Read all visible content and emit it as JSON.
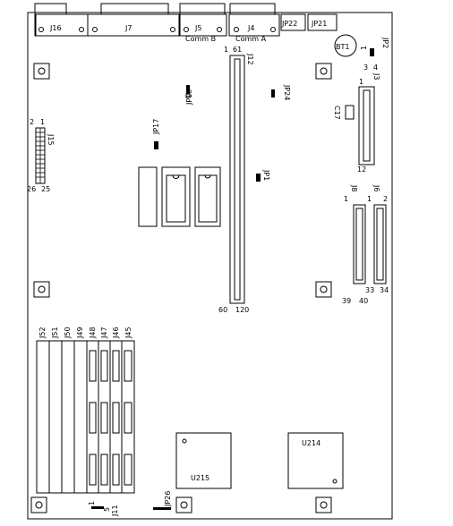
{
  "connectors": {
    "j16": "J16",
    "j7": "J7",
    "j5": "J5",
    "j4": "J4",
    "jp22": "JP22",
    "jp21": "JP21",
    "comm_b": "Comm B",
    "comm_a": "Comm A"
  },
  "labels": {
    "bt1": "BT1",
    "jp2": "JP2",
    "jp2_pin1": "1",
    "jp2_pin3": "3",
    "jp2_pin4": "4",
    "j3": "J3",
    "j3_pin1": "1",
    "j3_pin12": "12",
    "c17": "C17",
    "j12": "J12",
    "j12_pin1": "1",
    "j12_pin61": "61",
    "j12_pin60": "60",
    "j12_pin120": "120",
    "jp10": "JP10",
    "jp24": "JP24",
    "jp17": "JP17",
    "jp1": "JP1",
    "j15": "J15",
    "j15_pin2": "2",
    "j15_pin1": "1",
    "j15_pin26": "26",
    "j15_pin25": "25",
    "j8": "J8",
    "j8_pin1": "1",
    "j8_pin39": "39",
    "j8_pin40": "40",
    "j6": "J6",
    "j6_pin1": "1",
    "j6_pin2": "2",
    "j6_pin33": "33",
    "j6_pin34": "34",
    "j52": "J52",
    "j51": "J51",
    "j50": "J50",
    "j49": "J49",
    "j48": "J48",
    "j47": "J47",
    "j46": "J46",
    "j45": "J45",
    "u215": "U215",
    "u214": "U214",
    "j11": "J11",
    "j11_pin1": "1",
    "j11_pin5": "5",
    "jp26": "JP26"
  }
}
